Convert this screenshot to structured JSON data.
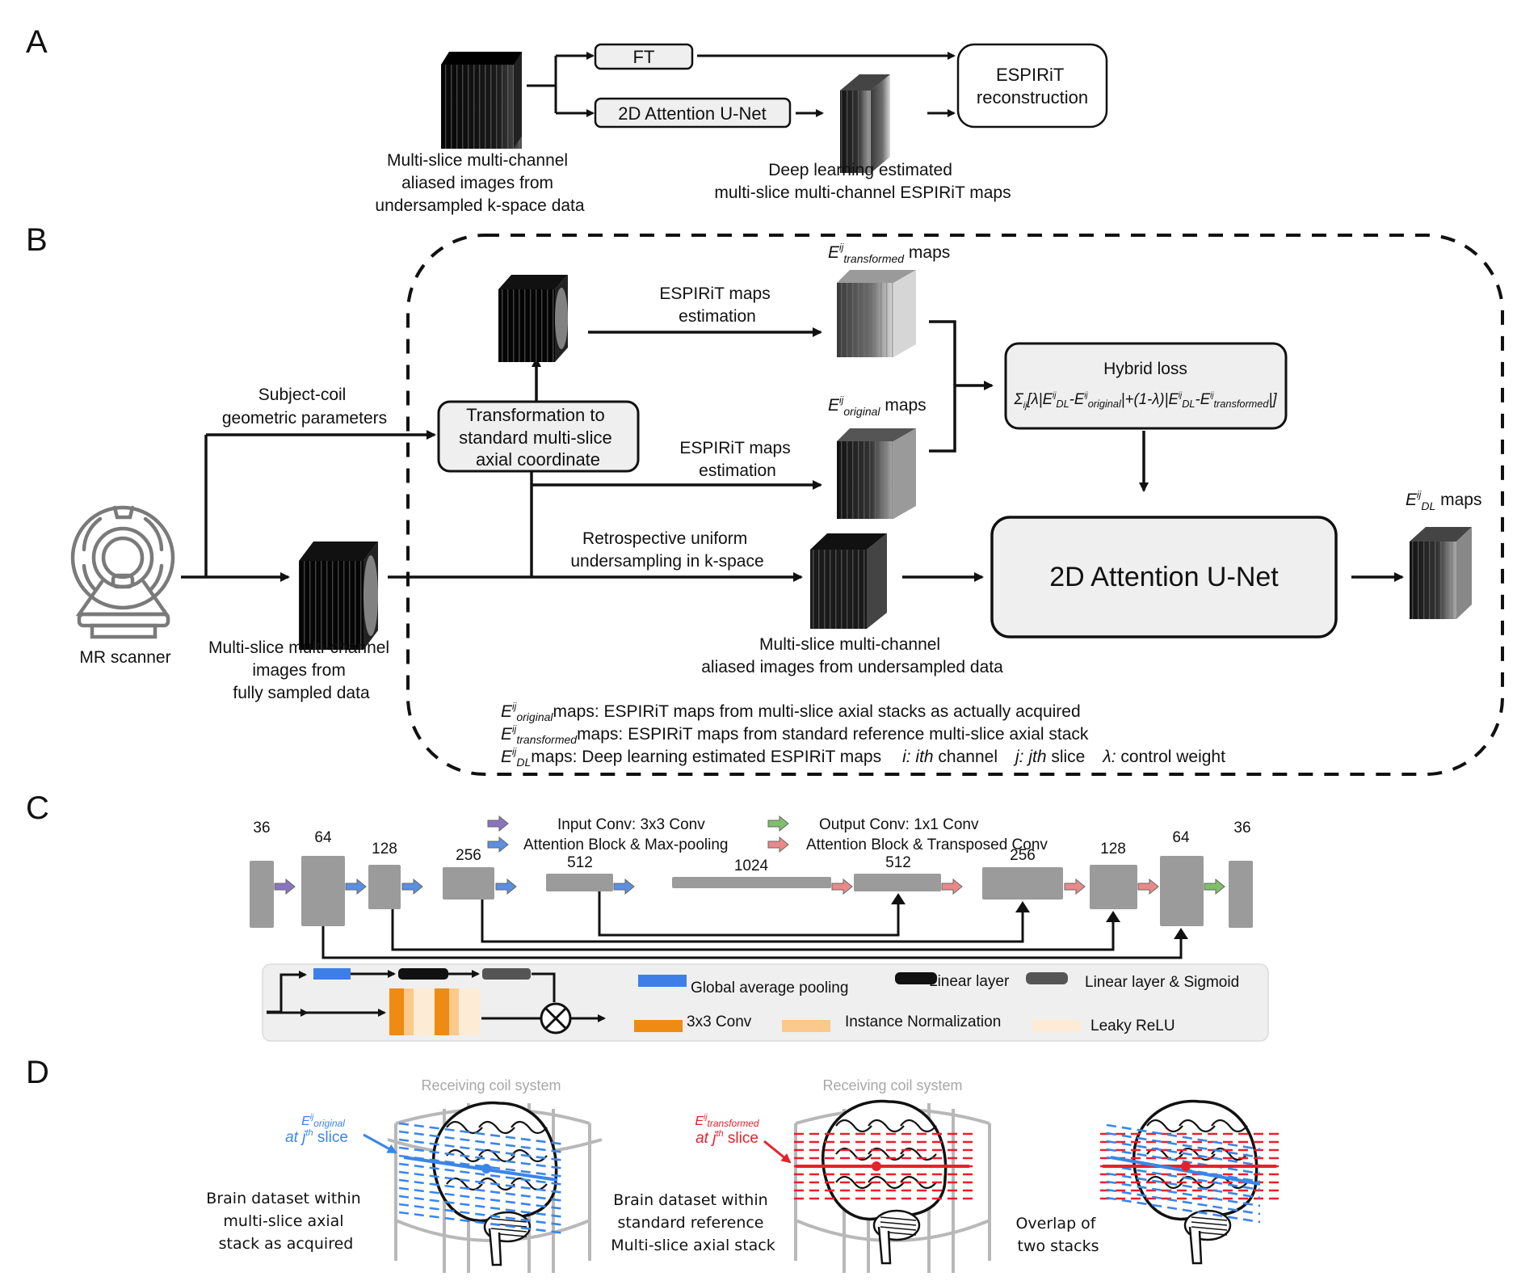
{
  "panels": {
    "a": "A",
    "b": "B",
    "c": "C",
    "d": "D"
  },
  "panel_a": {
    "input_caption": [
      "Multi-slice multi-channel",
      "aliased images from",
      "undersampled k-space data"
    ],
    "ft_label": "FT",
    "unet_label": "2D Attention U-Net",
    "recon_label": [
      "ESPIRiT",
      "reconstruction"
    ],
    "maps_caption": [
      "Deep learning estimated",
      "multi-slice  multi-channel ESPIRiT maps"
    ]
  },
  "panel_b": {
    "scanner_label": "MR scanner",
    "full_caption": [
      "Multi-slice multi-channel",
      "images from",
      "fully sampled data"
    ],
    "geom_label": [
      "Subject-coil",
      "geometric parameters"
    ],
    "transform_box": [
      "Transformation to",
      "standard multi-slice",
      "axial coordinate"
    ],
    "espirit_est_top": [
      "ESPIRiT maps",
      "estimation"
    ],
    "espirit_est_mid": [
      "ESPIRiT maps",
      "estimation"
    ],
    "undersample_label": [
      "Retrospective uniform",
      "undersampling  in k-space"
    ],
    "aliased_caption": [
      "Multi-slice multi-channel",
      "aliased images from undersampled data"
    ],
    "map_transformed": {
      "base": "E",
      "sup": "ij",
      "sub": "transformed",
      "suffix": " maps"
    },
    "map_original": {
      "base": "E",
      "sup": "ij",
      "sub": "original",
      "suffix": " maps"
    },
    "map_dl": {
      "base": "E",
      "sup": "ij",
      "sub": "DL",
      "suffix": " maps"
    },
    "loss_title": "Hybrid loss",
    "loss_formula": "Σij[λ|EijDL-Eijoriginal|+(1-λ)|EijDL-Eijtransformed|]",
    "unet_label": "2D Attention U-Net",
    "legend": [
      {
        "sub": "original",
        "text": "maps: ESPIRiT maps from multi-slice axial stacks as actually acquired"
      },
      {
        "sub": "transformed",
        "text": "maps: ESPIRiT maps from standard reference multi-slice axial stack"
      },
      {
        "sub": "DL",
        "text": "maps: Deep learning estimated ESPIRiT maps",
        "i_def": "i: ith",
        "i_txt": " channel",
        "j_def": "j: jth",
        "j_txt": " slice",
        "l_def": "λ:",
        "l_txt": "  control weight"
      }
    ]
  },
  "panel_c": {
    "encoder_channels": [
      "36",
      "64",
      "128",
      "256",
      "512",
      "1024"
    ],
    "decoder_channels": [
      "512",
      "256",
      "128",
      "64",
      "36"
    ],
    "legend_arrows": [
      {
        "label": "Input  Conv: 3x3 Conv",
        "color": "#8a74c0"
      },
      {
        "label": "Attention  Block & Max-pooling",
        "color": "#5b8fe0"
      },
      {
        "label": "Output Conv: 1x1  Conv",
        "color": "#7fbf6a"
      },
      {
        "label": "Attention  Block & Transposed Conv",
        "color": "#e88a8a"
      }
    ],
    "block_legend": [
      {
        "label": "Global average pooling",
        "color": "#3d7fe6"
      },
      {
        "label": "Linear layer",
        "color": "#111111"
      },
      {
        "label": "Linear layer & Sigmoid",
        "color": "#555555"
      },
      {
        "label": "3x3 Conv",
        "color": "#ef8a12"
      },
      {
        "label": "Instance Normalization",
        "color": "#fcc98c"
      },
      {
        "label": "Leaky ReLU",
        "color": "#fdebd6"
      }
    ]
  },
  "panel_d": {
    "coil_label": "Receiving coil system",
    "orig_annot": {
      "base": "E",
      "sup": "ij",
      "sub": "original",
      "line2": "at j",
      "line2_sup": "th",
      "line2_end": " slice"
    },
    "trans_annot": {
      "base": "E",
      "sup": "ij",
      "sub": "transformed",
      "line2": "at j",
      "line2_sup": "th",
      "line2_end": " slice"
    },
    "caption_left": [
      "Brain dataset within",
      "multi-slice axial",
      "stack as acquired"
    ],
    "caption_mid": [
      "Brain dataset within",
      "standard reference",
      "Multi-slice axial stack"
    ],
    "caption_right": [
      "Overlap of",
      "two stacks"
    ]
  },
  "colors": {
    "box_fill": "#efefef",
    "net_block": "#9b9b9b",
    "blue": "#3a86e8",
    "red": "#e8202a",
    "coil": "#b8b8b8"
  }
}
